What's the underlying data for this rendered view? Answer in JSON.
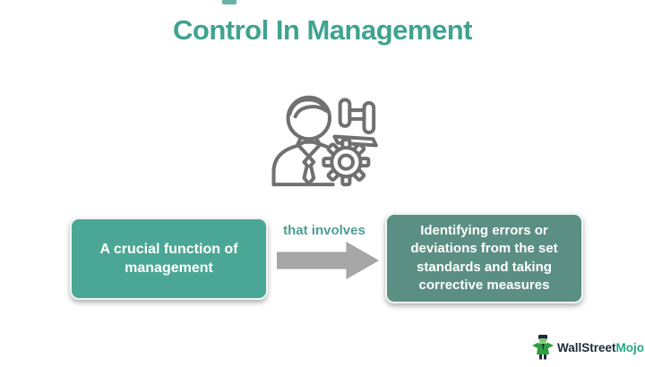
{
  "title": "Control In Management",
  "accents": {
    "top_mark_color": "#4BA795"
  },
  "icon": {
    "name": "manager-with-gear-icon",
    "stroke_color": "#707070"
  },
  "diagram": {
    "left_box": {
      "lines": [
        "A crucial function of",
        "management"
      ],
      "bg": "#4BA795"
    },
    "connector": {
      "label": "that involves",
      "label_color": "#49A18D",
      "arrow_color": "#A7A7A7"
    },
    "right_box": {
      "lines": [
        "Identifying errors or",
        "deviations from the set",
        "standards and taking",
        "corrective measures"
      ],
      "bg": "#5C8F83"
    }
  },
  "logo": {
    "text_primary": "WallStreet",
    "text_accent": "Mojo",
    "primary_color": "#1C2B39",
    "accent_color": "#25A784"
  },
  "colors": {
    "title": "#3FA38F",
    "background": "#FFFFFF"
  }
}
